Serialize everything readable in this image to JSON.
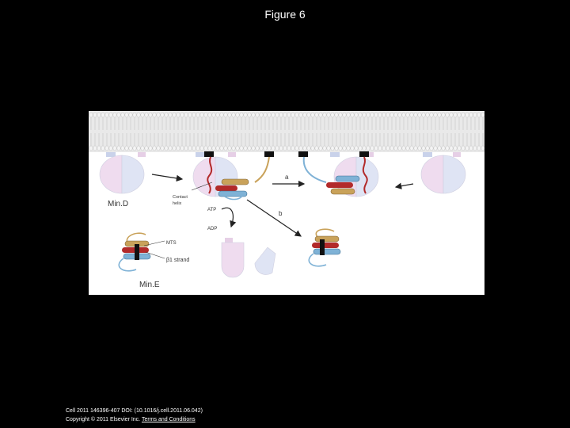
{
  "slide": {
    "title": "Figure 6"
  },
  "figure": {
    "labels": {
      "min_d": "Min.D",
      "min_e": "Min.E",
      "contact_helix_1": "Contact",
      "contact_helix_2": "helix",
      "atp": "ATP",
      "adp": "ADP",
      "mts": "MTS",
      "beta1_strand": "β1 strand",
      "arrow_a": "a",
      "arrow_b": "b"
    },
    "colors": {
      "membrane": "#e6e6e6",
      "membrane_line": "#bdbdbd",
      "mind_pink": "#efdcef",
      "mind_blue": "#dfe4f4",
      "mine_gold": "#c9a25a",
      "mine_blue": "#7fb2d6",
      "mine_red": "#b22a2a",
      "anchor": "#111111"
    }
  },
  "footer": {
    "citation": "Cell 2011 146396-407 DOI: (10.1016/j.cell.2011.06.042)",
    "copyright": "Copyright © 2011 Elsevier Inc.",
    "terms_link": "Terms and Conditions"
  }
}
